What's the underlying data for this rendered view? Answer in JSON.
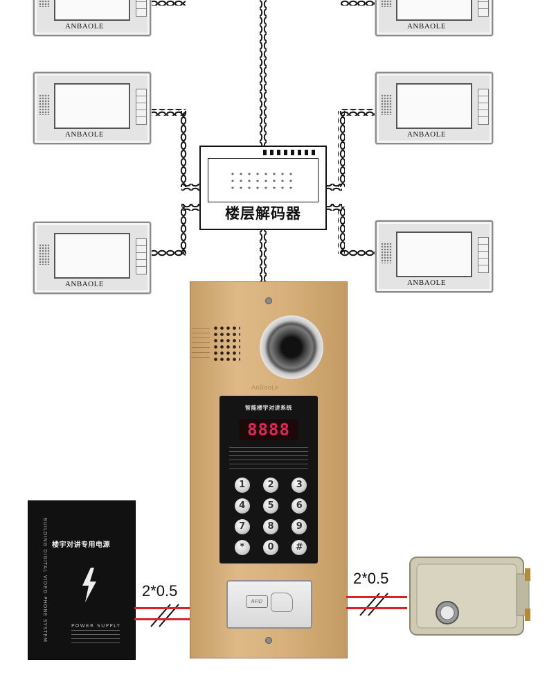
{
  "monitors": {
    "brand": "ANBAOLE"
  },
  "decoder": {
    "label": "楼层解码器"
  },
  "door_station": {
    "logo": "AnBaoLe",
    "display_title": "智能楼宇对讲系统",
    "display_digits": "8888",
    "keys": [
      "1",
      "2",
      "3",
      "4",
      "5",
      "6",
      "7",
      "8",
      "9",
      "*",
      "0",
      "#"
    ],
    "rfid_label": "RFID"
  },
  "power_supply": {
    "title": "楼宇对讲专用电源",
    "vertical_text": "BUILDING DIGITAL VIDEO PHONE SYSTEM",
    "subtitle": "POWER SUPPLY"
  },
  "wiring": {
    "left_spec": "2*0.5",
    "right_spec": "2*0.5",
    "color": "#d9232a"
  }
}
